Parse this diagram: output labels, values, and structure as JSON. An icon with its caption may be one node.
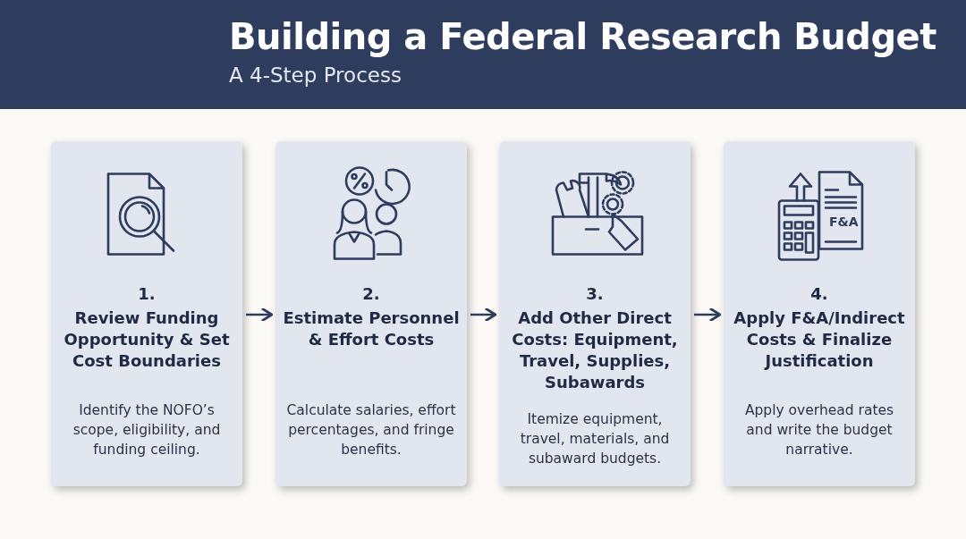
{
  "diagram": {
    "title": "Building a Federal Research Budget",
    "nodes": [
      {
        "text": [
          "1.",
          "Review Funding Opportunity & Set Cost Boundaries",
          "Identify the NOFO’s scope, eligibility, and funding ceiling."
        ]
      },
      {
        "text": [
          "2.",
          "Estimate Personnel & Effort Costs",
          "Calculate salaries, effort percentages, and fringe benefits."
        ]
      },
      {
        "text": [
          "3.",
          "Add Other Direct Costs: Equipment, Travel, Supplies, Subawards",
          "Itemize equipment, travel, materials, and subaward budgets."
        ]
      },
      {
        "text": [
          "4.",
          "Apply F&A/Indirect Costs & Finalize Justification",
          "Apply overhead rates and write the budget narrative."
        ]
      }
    ],
    "edges": [
      {
        "from": 0,
        "to": 1,
        "arrow": "to"
      },
      {
        "from": 1,
        "to": 2,
        "arrow": "to"
      },
      {
        "from": 2,
        "to": 3,
        "arrow": "to"
      }
    ],
    "labels": [
      "A 4-Step Process",
      "F&A"
    ]
  }
}
